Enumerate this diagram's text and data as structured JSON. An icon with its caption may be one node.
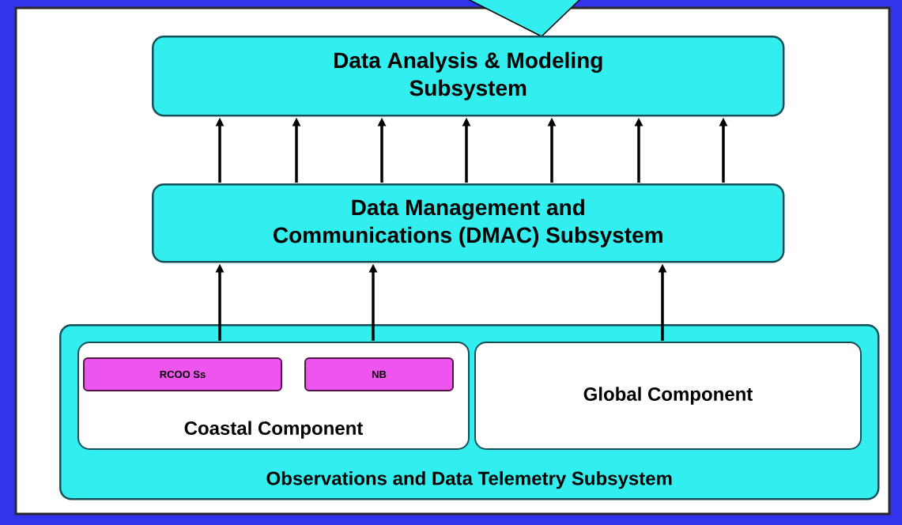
{
  "diagram": {
    "nodes": [
      {
        "text": [
          "Data Analysis & Modeling Subsystem"
        ]
      },
      {
        "text": [
          "Data Management and Communications (DMAC) Subsystem"
        ]
      },
      {
        "text": [
          "Observations and Data Telemetry Subsystem"
        ]
      },
      {
        "text": [
          "Coastal Component"
        ],
        "in": 2
      },
      {
        "text": [
          "RCOO Ss"
        ],
        "in": 3
      },
      {
        "text": [
          "NB"
        ],
        "in": 3
      },
      {
        "text": [
          "Global Component"
        ],
        "in": 2
      }
    ],
    "edges": [
      {
        "from": 1,
        "to": 0,
        "arrow": "to"
      },
      {
        "from": 1,
        "to": 0,
        "arrow": "to"
      },
      {
        "from": 1,
        "to": 0,
        "arrow": "to"
      },
      {
        "from": 1,
        "to": 0,
        "arrow": "to"
      },
      {
        "from": 1,
        "to": 0,
        "arrow": "to"
      },
      {
        "from": 1,
        "to": 0,
        "arrow": "to"
      },
      {
        "from": 1,
        "to": 0,
        "arrow": "to"
      },
      {
        "from": 3,
        "to": 1,
        "arrow": "to"
      },
      {
        "from": 3,
        "to": 1,
        "arrow": "to"
      },
      {
        "from": 6,
        "to": 1,
        "arrow": "to"
      }
    ]
  }
}
